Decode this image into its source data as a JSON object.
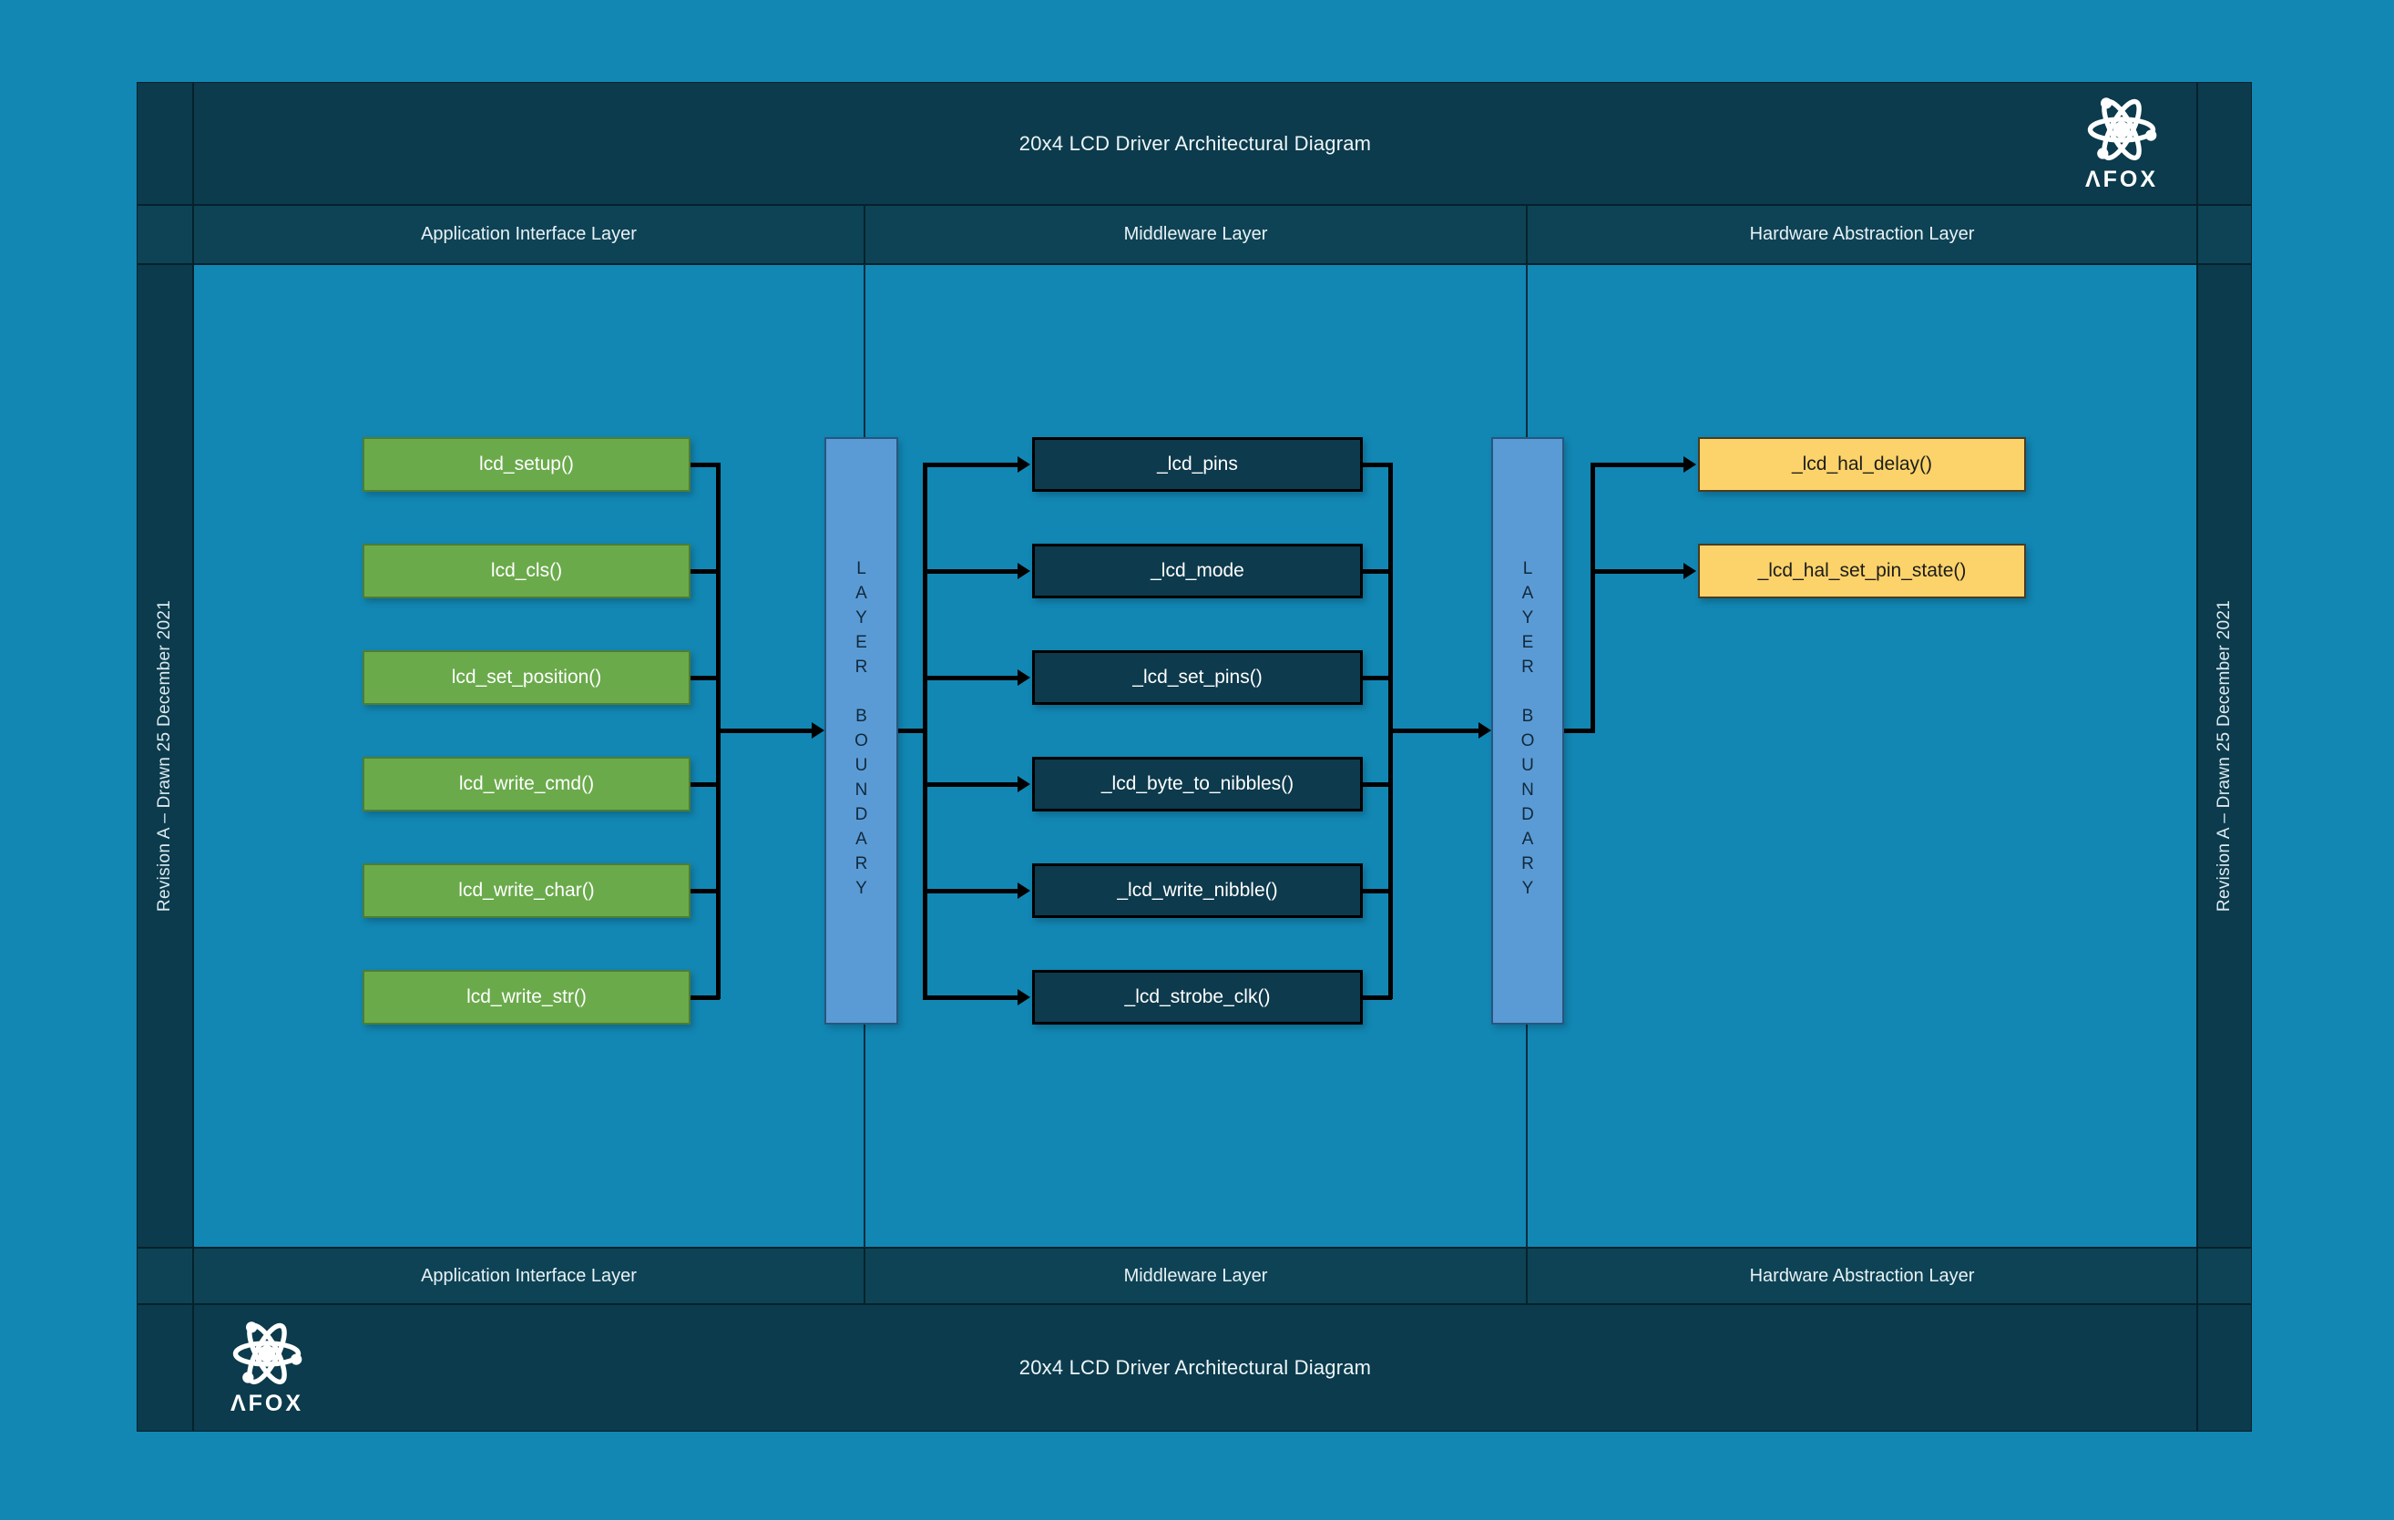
{
  "diagram_title": "20x4 LCD Driver Architectural Diagram",
  "logo_text": "ΛFOX",
  "revision_note": "Revision A – Drawn 25 December 2021",
  "layers": {
    "application": "Application Interface Layer",
    "middleware": "Middleware Layer",
    "hal": "Hardware Abstraction Layer"
  },
  "boundary_label": "LAYER BOUNDARY",
  "api_functions": [
    "lcd_setup()",
    "lcd_cls()",
    "lcd_set_position()",
    "lcd_write_cmd()",
    "lcd_write_char()",
    "lcd_write_str()"
  ],
  "middleware_functions": [
    "_lcd_pins",
    "_lcd_mode",
    "_lcd_set_pins()",
    "_lcd_byte_to_nibbles()",
    "_lcd_write_nibble()",
    "_lcd_strobe_clk()"
  ],
  "hal_functions": [
    "_lcd_hal_delay()",
    "_lcd_hal_set_pin_state()"
  ],
  "colors": {
    "canvas": "#1287b4",
    "canvas_inner": "#1287b4",
    "frame": "#0b3b4c",
    "frame_header": "#0e4355",
    "grid_line": "#05222c",
    "api_box": "#6aaa4b",
    "api_box_border": "#4e7d33",
    "middleware_box": "#0d3a4c",
    "hal_box": "#fcd36a",
    "hal_box_border": "#4a3c20",
    "boundary_bar": "#5b9bd5",
    "connector": "#000000"
  }
}
